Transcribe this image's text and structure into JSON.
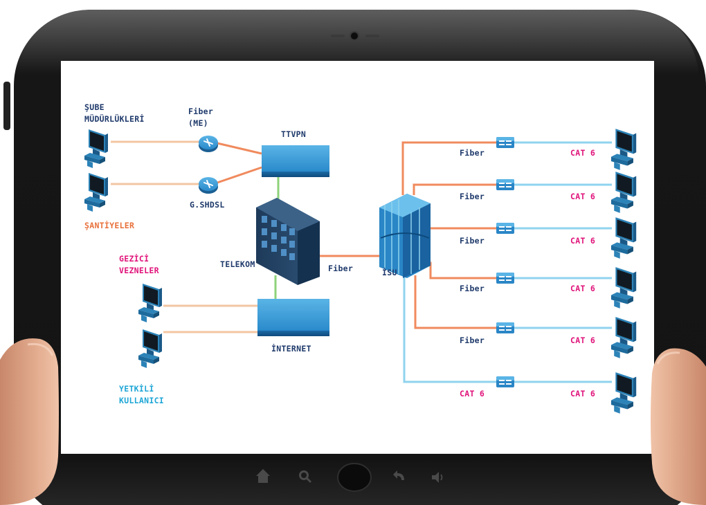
{
  "colors": {
    "navy": "#1f3a6b",
    "orange": "#e8703a",
    "pink": "#e0137a",
    "cyan": "#1ea6d6",
    "fiber_line": "#f08a5d",
    "dsl_line": "#f3c6a3",
    "cat6_line": "#8fd3ee",
    "green_line": "#8ed27a",
    "device_blue": "#1c7bbd",
    "tablet_frame": "#1b1b1b"
  },
  "labels": {
    "sube": "ŞUBE",
    "mudurlukleri": "MÜDÜRLÜKLERİ",
    "fiber_me_1": "Fiber",
    "fiber_me_2": "(ME)",
    "ttvpn": "TTVPN",
    "gshdsl": "G.SHDSL",
    "santiyeler": "ŞANTİYELER",
    "gezici": "GEZİCİ",
    "vezneler": "VEZNELER",
    "telekom": "TELEKOM",
    "fiber_center": "Fiber",
    "isu": "İSU",
    "internet": "İNTERNET",
    "yetkili": "YETKİLİ",
    "kullanici": "KULLANICI"
  },
  "branches": [
    {
      "left": "Fiber",
      "right": "CAT 6"
    },
    {
      "left": "Fiber",
      "right": "CAT 6"
    },
    {
      "left": "Fiber",
      "right": "CAT 6"
    },
    {
      "left": "Fiber",
      "right": "CAT 6"
    },
    {
      "left": "Fiber",
      "right": "CAT 6"
    },
    {
      "left": "CAT 6",
      "right": "CAT 6"
    }
  ],
  "icons": {
    "home": "home-icon",
    "search": "search-icon",
    "back": "back-icon",
    "volume": "volume-icon"
  }
}
